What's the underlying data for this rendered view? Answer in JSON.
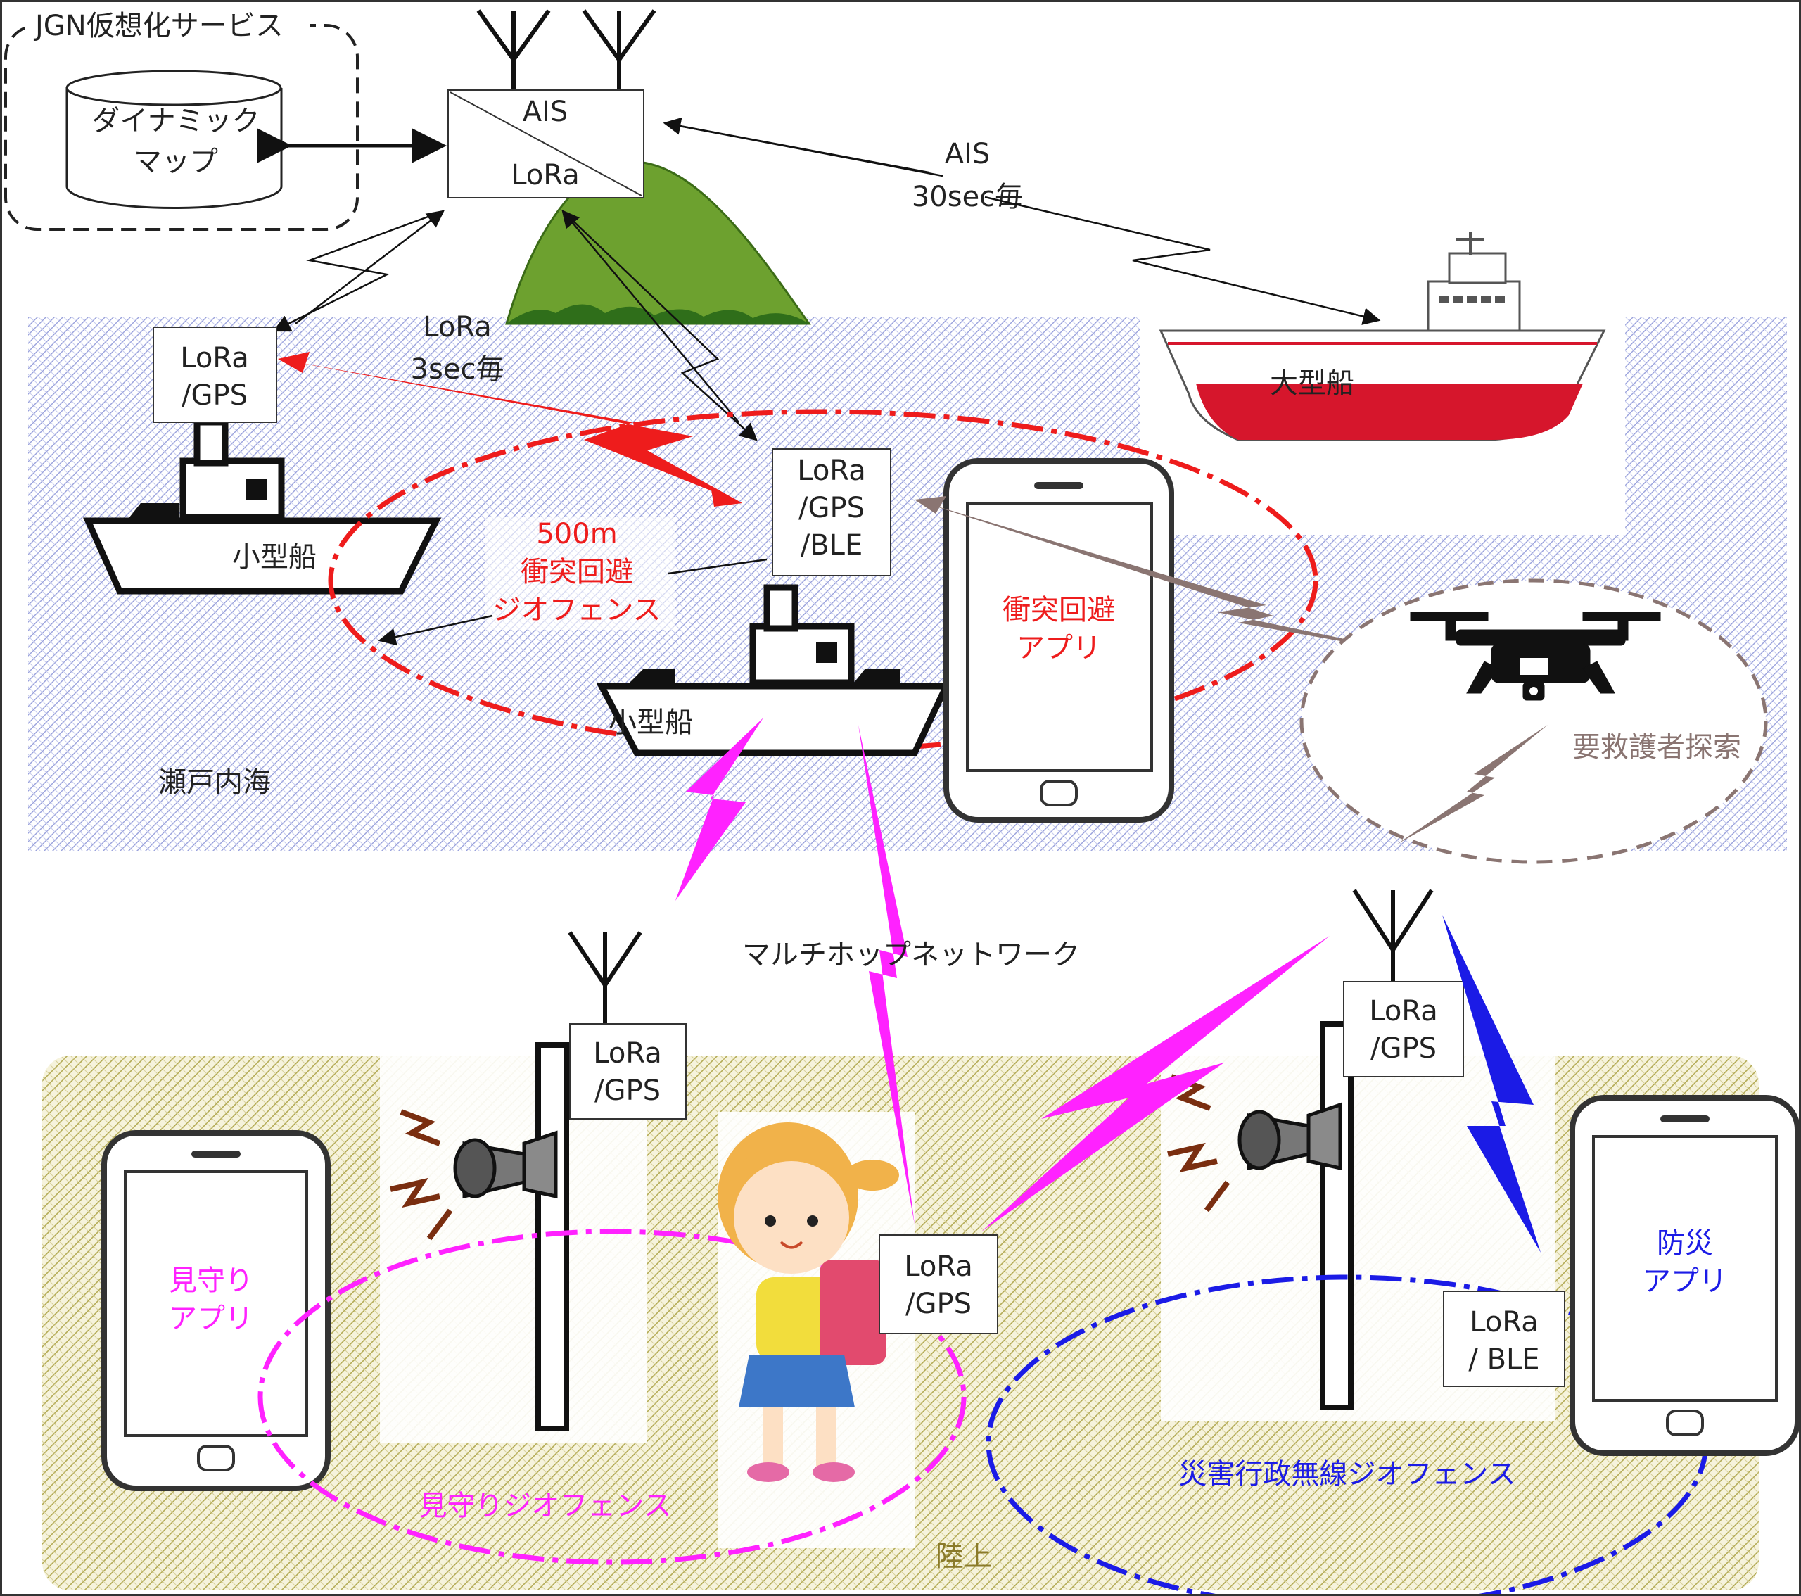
{
  "jgn_service_label": "JGN仮想化サービス",
  "dynamic_map": [
    "ダイナミック",
    "マップ"
  ],
  "base_station": {
    "top": "AIS",
    "bottom": "LoRa"
  },
  "ais_link": [
    "AIS",
    "30sec毎"
  ],
  "lora_link": [
    "LoRa",
    "3sec毎"
  ],
  "large_ship": "大型船",
  "small_ship_left": {
    "device": [
      "LoRa",
      "/GPS"
    ],
    "label": "小型船"
  },
  "small_ship_center": {
    "device": [
      "LoRa",
      "/GPS",
      "/BLE"
    ],
    "label": "小型船"
  },
  "collision_geofence": [
    "500m",
    "衝突回避",
    "ジオフェンス"
  ],
  "collision_app": [
    "衝突回避",
    "アプリ"
  ],
  "rescue_search": "要救護者探索",
  "sea_area": "瀬戸内海",
  "multihop_network": "マルチホップネットワーク",
  "pole_left_device": [
    "LoRa",
    "/GPS"
  ],
  "pole_right_device": [
    "LoRa",
    "/GPS"
  ],
  "child_device": [
    "LoRa",
    "/GPS"
  ],
  "watch_app": [
    "見守り",
    "アプリ"
  ],
  "watch_geofence": "見守りジオフェンス",
  "disaster_app": [
    "防災",
    "アプリ"
  ],
  "disaster_device": [
    "LoRa",
    "/ BLE"
  ],
  "disaster_geofence": "災害行政無線ジオフェンス",
  "land_area": "陸上",
  "colors": {
    "red": "#ee1c1c",
    "magenta": "#ff22ff",
    "blue": "#1b1be6",
    "brown": "#8a7572",
    "land_text": "#8a7a2a",
    "sea_hatch": "#9aa2dc",
    "land_hatch": "#b3aa55"
  }
}
